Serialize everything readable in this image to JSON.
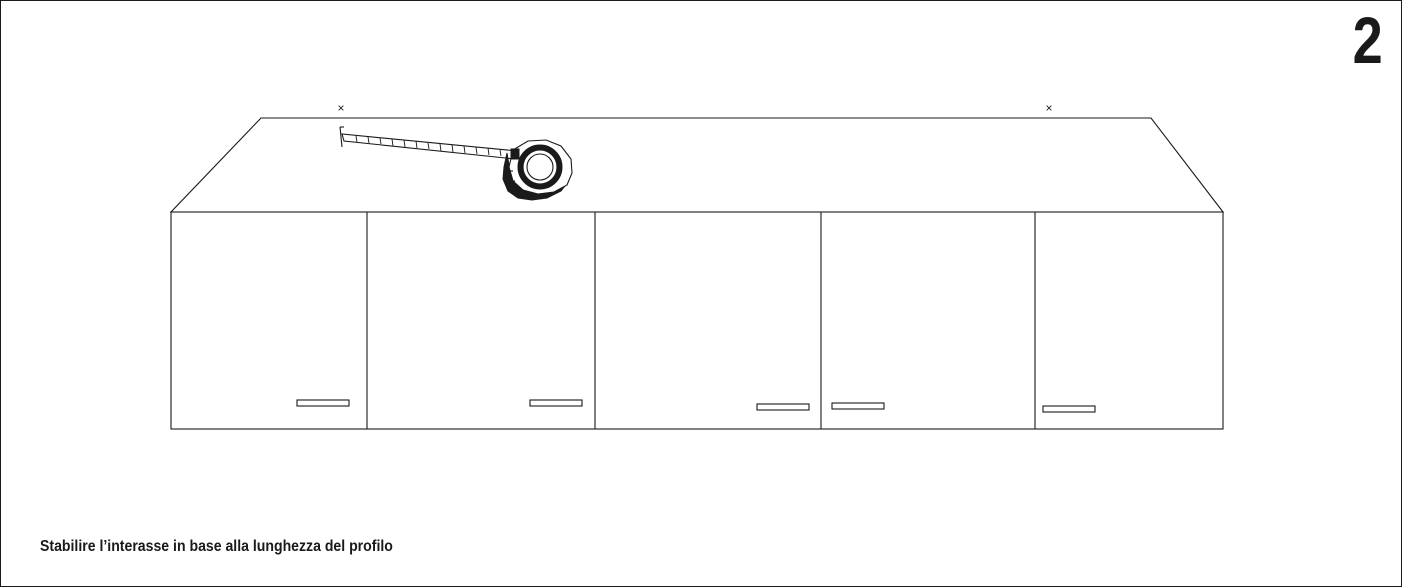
{
  "step": {
    "number": "2"
  },
  "caption": {
    "text": "Stabilire l’interasse in base alla lunghezza del profilo"
  },
  "marks": {
    "symbol": "×"
  },
  "illustration": {
    "subject": "wall-cabinets-with-tape-measure",
    "cabinet_doors": 5,
    "handles": 5,
    "line_color": "#1a1a1a",
    "background_color": "#ffffff"
  }
}
